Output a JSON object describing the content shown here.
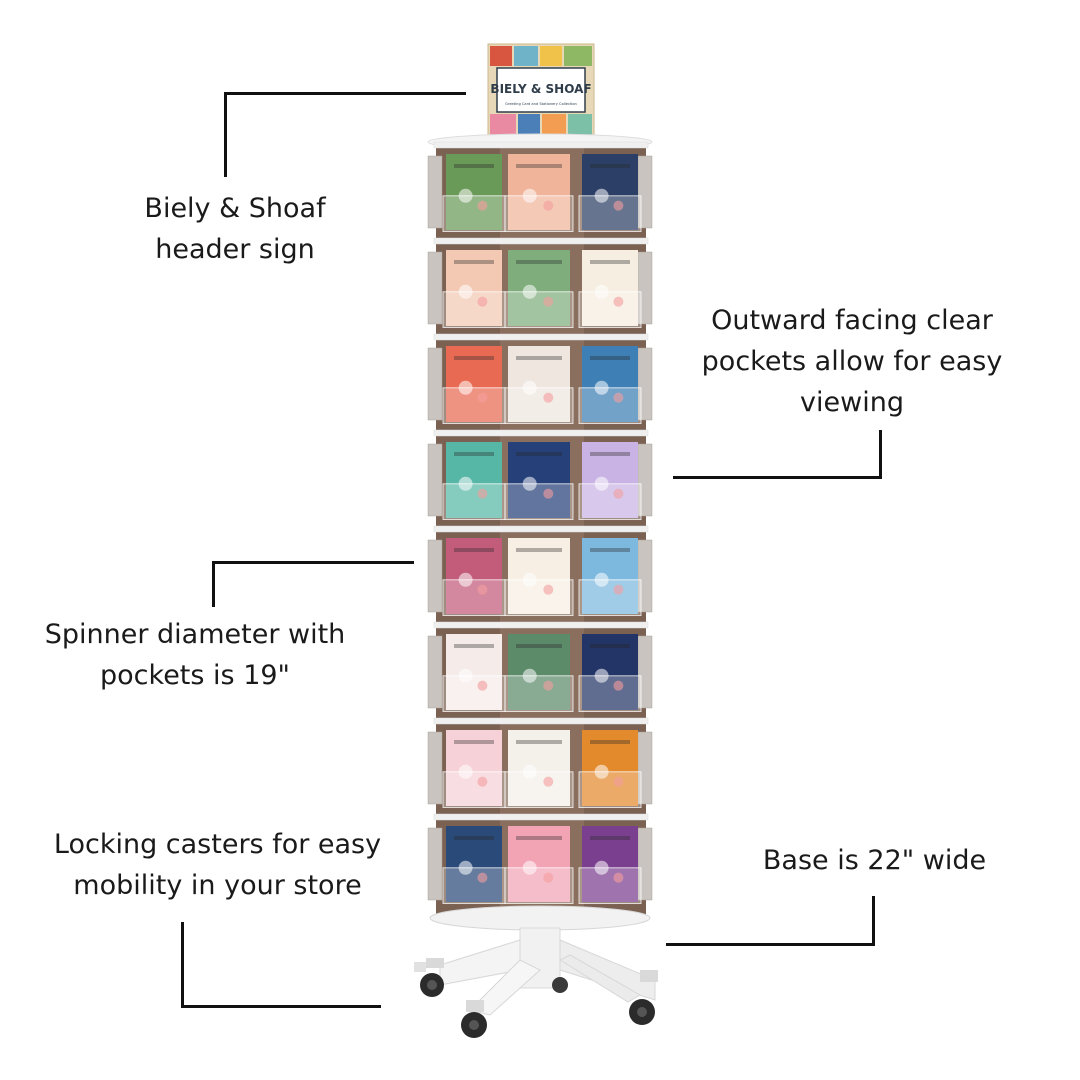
{
  "header_sign": {
    "brand": "BIELY & SHOAF",
    "subtitle": "Greeting Card and Stationery Collection"
  },
  "callouts": [
    {
      "id": "header",
      "lines": [
        "Biely & Shoaf",
        "header sign"
      ]
    },
    {
      "id": "pockets",
      "lines": [
        "Outward facing clear",
        "pockets allow for easy",
        "viewing"
      ]
    },
    {
      "id": "spinner",
      "lines": [
        "Spinner diameter with",
        "pockets is 19\""
      ]
    },
    {
      "id": "casters",
      "lines": [
        "Locking casters for easy",
        "mobility in your store"
      ]
    },
    {
      "id": "base",
      "lines": [
        "Base is 22\" wide"
      ]
    }
  ],
  "colors": {
    "text": "#1a1a1a",
    "leader_line": "#111111",
    "rack_white": "#f2f2f2",
    "panel_brown": "#6b5346",
    "header_sign_bg": "#2f3d4a"
  },
  "card_designs": [
    [
      "#6a9a58",
      "#f0b49a",
      "#2c3f66"
    ],
    [
      "#f3c9b4",
      "#7fae7c",
      "#f6eee0"
    ],
    [
      "#e86a53",
      "#efe6e0",
      "#3e7fb5"
    ],
    [
      "#57b7a6",
      "#26407a",
      "#c9b3e4"
    ],
    [
      "#c35b7a",
      "#f7efe4",
      "#7db9de"
    ],
    [
      "#f5ecea",
      "#5c8b6a",
      "#233466"
    ],
    [
      "#f6d2d8",
      "#f4f0ea",
      "#e38a2d"
    ],
    [
      "#2a4a7a",
      "#f2a3b4",
      "#7b3f8f"
    ]
  ]
}
